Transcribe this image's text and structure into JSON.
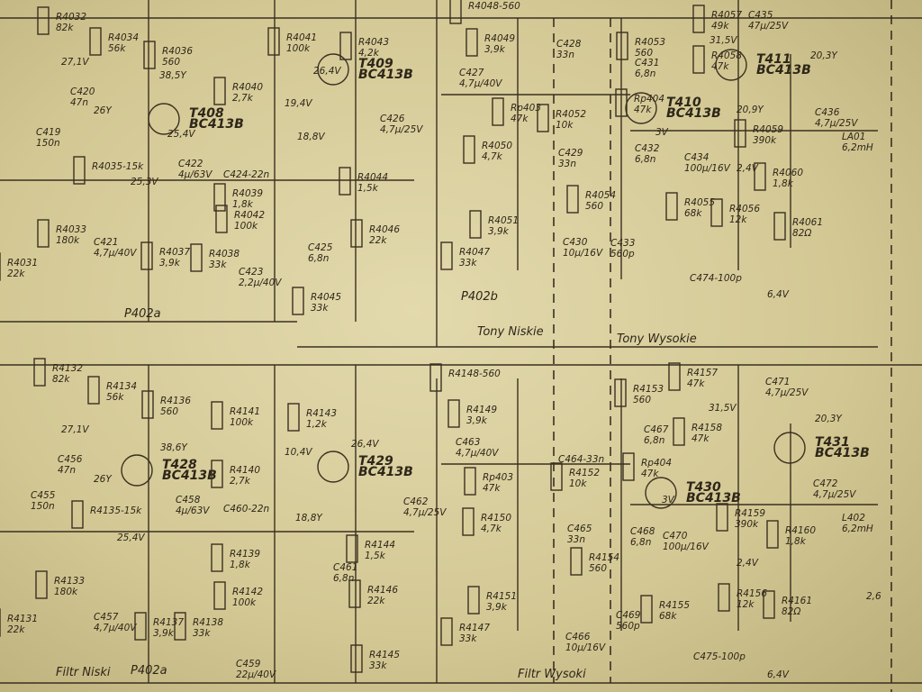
{
  "components": [
    {
      "ref": "R4032",
      "value": "82k"
    },
    {
      "ref": "R4034",
      "value": "56k"
    },
    {
      "ref": "R4036",
      "value": "560"
    },
    {
      "ref": "R4041",
      "value": "100k"
    },
    {
      "ref": "R4043",
      "value": "4,2k"
    },
    {
      "ref": "T409",
      "value": "BC413B"
    },
    {
      "ref": "R4040",
      "value": "2,7k"
    },
    {
      "ref": "T408",
      "value": "BC413B"
    },
    {
      "ref": "C420",
      "value": "47n"
    },
    {
      "ref": "C419",
      "value": "150n"
    },
    {
      "ref": "R4035-15k",
      "value": ""
    },
    {
      "ref": "C422",
      "value": "4µ/63V"
    },
    {
      "ref": "C424-22n",
      "value": ""
    },
    {
      "ref": "C426",
      "value": "4,7µ/25V"
    },
    {
      "ref": "R4039",
      "value": "1,8k"
    },
    {
      "ref": "R4042",
      "value": "100k"
    },
    {
      "ref": "C425",
      "value": "6,8n"
    },
    {
      "ref": "R4044",
      "value": "1,5k"
    },
    {
      "ref": "R4046",
      "value": "22k"
    },
    {
      "ref": "R4033",
      "value": "180k"
    },
    {
      "ref": "C421",
      "value": "4,7µ/40V"
    },
    {
      "ref": "R4037",
      "value": "3,9k"
    },
    {
      "ref": "R4038",
      "value": "33k"
    },
    {
      "ref": "R4031",
      "value": "22k"
    },
    {
      "ref": "C423",
      "value": "2,2µ/40V"
    },
    {
      "ref": "R4045",
      "value": "33k"
    },
    {
      "ref": "R4048-560",
      "value": ""
    },
    {
      "ref": "R4049",
      "value": "3,9k"
    },
    {
      "ref": "C428",
      "value": "33n"
    },
    {
      "ref": "C427",
      "value": "4,7µ/40V"
    },
    {
      "ref": "Rp403",
      "value": "47k"
    },
    {
      "ref": "R4052",
      "value": "10k"
    },
    {
      "ref": "R4050",
      "value": "4,7k"
    },
    {
      "ref": "C429",
      "value": "33n"
    },
    {
      "ref": "R4051",
      "value": "3,9k"
    },
    {
      "ref": "R4047",
      "value": "33k"
    },
    {
      "ref": "R4053",
      "value": "560"
    },
    {
      "ref": "C431",
      "value": "6,8n"
    },
    {
      "ref": "Rp404",
      "value": "47k"
    },
    {
      "ref": "R4054",
      "value": "560"
    },
    {
      "ref": "C430",
      "value": "10µ/16V"
    },
    {
      "ref": "C433",
      "value": "560p"
    },
    {
      "ref": "C432",
      "value": "6,8n"
    },
    {
      "ref": "R4057",
      "value": "49k"
    },
    {
      "ref": "C435",
      "value": "47µ/25V"
    },
    {
      "ref": "R4058",
      "value": "47k"
    },
    {
      "ref": "T411",
      "value": "BC413B"
    },
    {
      "ref": "T410",
      "value": "BC413B"
    },
    {
      "ref": "R4059",
      "value": "390k"
    },
    {
      "ref": "C434",
      "value": "100µ/16V"
    },
    {
      "ref": "R4060",
      "value": "1,8k"
    },
    {
      "ref": "R4055",
      "value": "68k"
    },
    {
      "ref": "R4056",
      "value": "12k"
    },
    {
      "ref": "R4061",
      "value": "82Ω"
    },
    {
      "ref": "C436",
      "value": "4,7µ/25V"
    },
    {
      "ref": "LA01",
      "value": "6,2mH"
    },
    {
      "ref": "C474-100p",
      "value": ""
    },
    {
      "ref": "R4132",
      "value": "82k"
    },
    {
      "ref": "R4134",
      "value": "56k"
    },
    {
      "ref": "R4136",
      "value": "560"
    },
    {
      "ref": "T428",
      "value": "BC413B"
    },
    {
      "ref": "R4141",
      "value": "100k"
    },
    {
      "ref": "R4143",
      "value": "1,2k"
    },
    {
      "ref": "T429",
      "value": "BC413B"
    },
    {
      "ref": "R4140",
      "value": "2,7k"
    },
    {
      "ref": "C456",
      "value": "47n"
    },
    {
      "ref": "C455",
      "value": "150n"
    },
    {
      "ref": "R4135-15k",
      "value": ""
    },
    {
      "ref": "C458",
      "value": "4µ/63V"
    },
    {
      "ref": "C460-22n",
      "value": ""
    },
    {
      "ref": "C462",
      "value": "4,7µ/25V"
    },
    {
      "ref": "R4139",
      "value": "1,8k"
    },
    {
      "ref": "C461",
      "value": "6,8n"
    },
    {
      "ref": "R4144",
      "value": "1,5k"
    },
    {
      "ref": "R4146",
      "value": "22k"
    },
    {
      "ref": "R4133",
      "value": "180k"
    },
    {
      "ref": "C457",
      "value": "4,7µ/40V"
    },
    {
      "ref": "R4137",
      "value": "3,9k"
    },
    {
      "ref": "R4138",
      "value": "33k"
    },
    {
      "ref": "R4142",
      "value": "100k"
    },
    {
      "ref": "R4131",
      "value": "22k"
    },
    {
      "ref": "C459",
      "value": "22µ/40V"
    },
    {
      "ref": "R4145",
      "value": "33k"
    },
    {
      "ref": "R4148-560",
      "value": ""
    },
    {
      "ref": "R4149",
      "value": "3,9k"
    },
    {
      "ref": "C463",
      "value": "4,7µ/40V"
    },
    {
      "ref": "C464-33n",
      "value": ""
    },
    {
      "ref": "Rp403",
      "value": "47k"
    },
    {
      "ref": "R4152",
      "value": "10k"
    },
    {
      "ref": "R4150",
      "value": "4,7k"
    },
    {
      "ref": "C465",
      "value": "33n"
    },
    {
      "ref": "R4151",
      "value": "3,9k"
    },
    {
      "ref": "R4147",
      "value": "33k"
    },
    {
      "ref": "C466",
      "value": "10µ/16V"
    },
    {
      "ref": "R4153",
      "value": "560"
    },
    {
      "ref": "C467",
      "value": "6,8n"
    },
    {
      "ref": "Rp404",
      "value": "47k"
    },
    {
      "ref": "C468",
      "value": "6,8n"
    },
    {
      "ref": "R4154",
      "value": "560"
    },
    {
      "ref": "C469",
      "value": "560p"
    },
    {
      "ref": "R4157",
      "value": "47k"
    },
    {
      "ref": "C471",
      "value": "4,7µ/25V"
    },
    {
      "ref": "R4158",
      "value": "47k"
    },
    {
      "ref": "T431",
      "value": "BC413B"
    },
    {
      "ref": "T430",
      "value": "BC413B"
    },
    {
      "ref": "R4159",
      "value": "390k"
    },
    {
      "ref": "C470",
      "value": "100µ/16V"
    },
    {
      "ref": "R4160",
      "value": "1,8k"
    },
    {
      "ref": "R4155",
      "value": "68k"
    },
    {
      "ref": "R4156",
      "value": "12k"
    },
    {
      "ref": "R4161",
      "value": "82Ω"
    },
    {
      "ref": "C472",
      "value": "4,7µ/25V"
    },
    {
      "ref": "L402",
      "value": "6,2mH"
    },
    {
      "ref": "C475-100p",
      "value": ""
    }
  ],
  "voltages": [
    "27,1V",
    "38,5Y",
    "26,4V",
    "19,4V",
    "26Y",
    "25,4V",
    "25,3V",
    "18,8V",
    "31,5V",
    "20,3Y",
    "20,9Y",
    "3V",
    "2,4V",
    "6,4V",
    "27,1V",
    "38,6Y",
    "26,4V",
    "10,4V",
    "26Y",
    "25,4V",
    "18,8Y",
    "31,5V",
    "20,3Y",
    "3V",
    "2,4V",
    "6,4V",
    "2,6"
  ],
  "notes": [
    "P402a",
    "P402b",
    "Tony Niskie",
    "Tony Wysokie",
    "P402a",
    "Filtr Niski",
    "Filtr Wysoki"
  ]
}
